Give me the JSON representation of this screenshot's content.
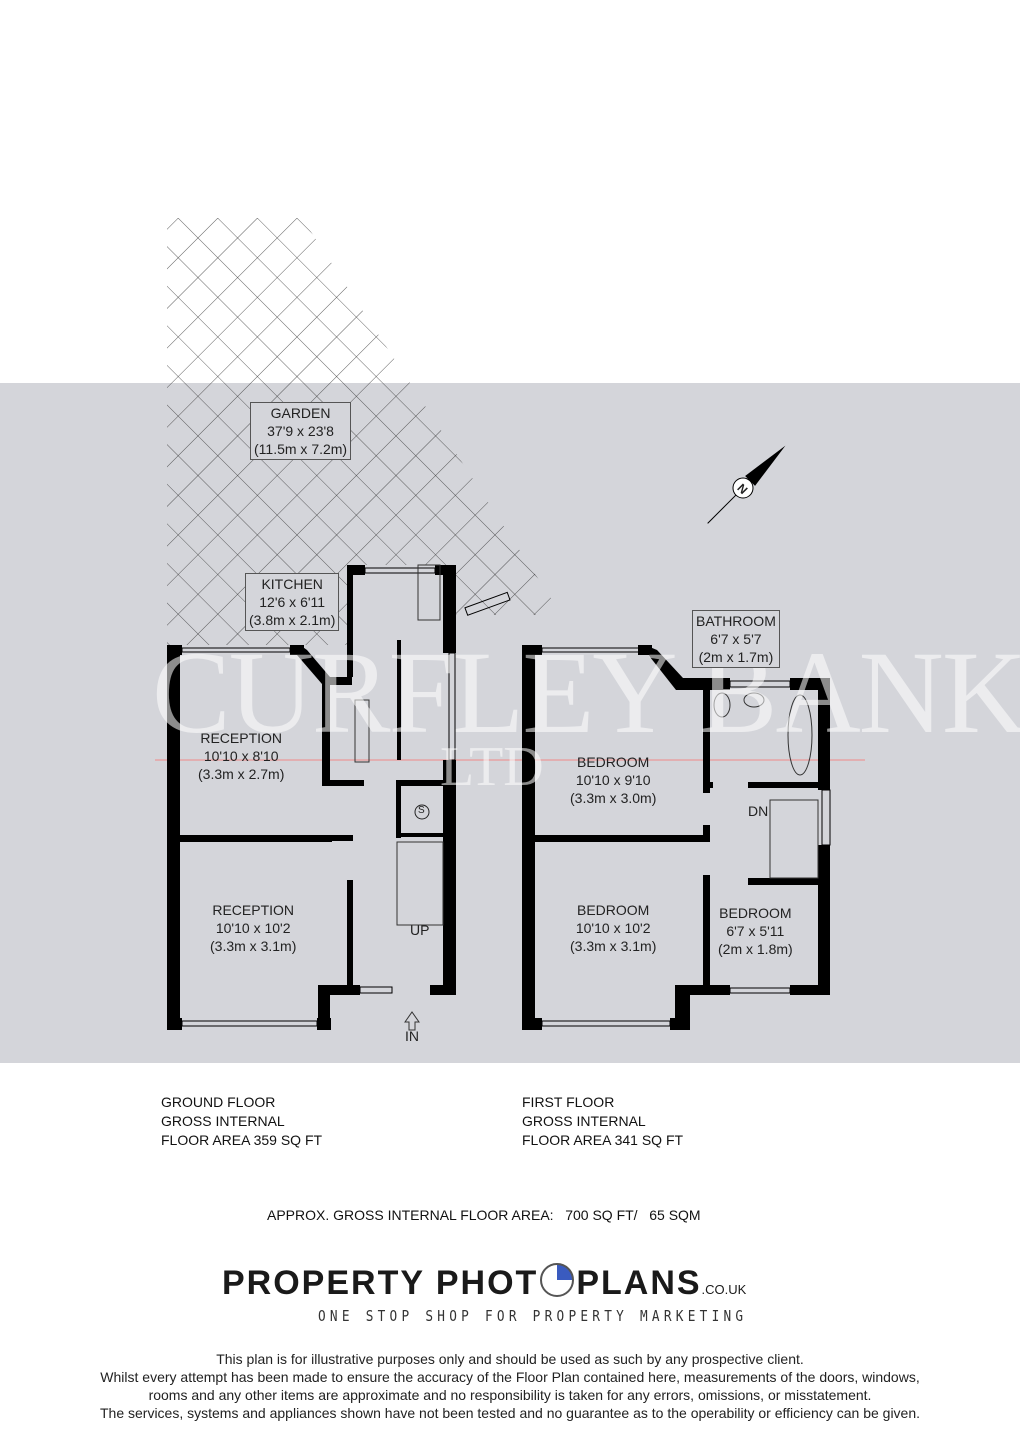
{
  "watermark": {
    "line1": "CURFLEY BANKS",
    "line2": "LTD"
  },
  "colors": {
    "background_band": "#d4d5da",
    "walls": "#000000",
    "compass_accent": "#000000"
  },
  "compass": {
    "label": "N",
    "icon": "north-compass-icon"
  },
  "rooms": {
    "garden": {
      "name": "GARDEN",
      "imperial": "37'9 x 23'8",
      "metric": "(11.5m x 7.2m)"
    },
    "kitchen": {
      "name": "KITCHEN",
      "imperial": "12'6 x 6'11",
      "metric": "(3.8m x 2.1m)"
    },
    "reception_rear": {
      "name": "RECEPTION",
      "imperial": "10'10 x 8'10",
      "metric": "(3.3m x 2.7m)"
    },
    "reception_front": {
      "name": "RECEPTION",
      "imperial": "10'10 x 10'2",
      "metric": "(3.3m x 3.1m)"
    },
    "bathroom": {
      "name": "BATHROOM",
      "imperial": "6'7 x 5'7",
      "metric": "(2m x 1.7m)"
    },
    "bedroom_rear": {
      "name": "BEDROOM",
      "imperial": "10'10 x 9'10",
      "metric": "(3.3m x 3.0m)"
    },
    "bedroom_front": {
      "name": "BEDROOM",
      "imperial": "10'10 x 10'2",
      "metric": "(3.3m x 3.1m)"
    },
    "bedroom_small": {
      "name": "BEDROOM",
      "imperial": "6'7 x 5'11",
      "metric": "(2m x 1.8m)"
    }
  },
  "markers": {
    "up": "UP",
    "down": "DN",
    "entrance": "IN",
    "store": "S"
  },
  "floor_areas": {
    "ground": {
      "line1": "GROUND FLOOR",
      "line2": "GROSS INTERNAL",
      "line3": "FLOOR AREA 359 SQ FT"
    },
    "first": {
      "line1": "FIRST FLOOR",
      "line2": "GROSS INTERNAL",
      "line3": "FLOOR AREA  341 SQ FT"
    },
    "total": "APPROX. GROSS INTERNAL FLOOR AREA:   700 SQ FT/   65 SQM"
  },
  "branding": {
    "name_part1": "PROPERTY PHOT",
    "name_part2": "PLANS",
    "domain": ".CO.UK",
    "tagline": "ONE STOP SHOP FOR PROPERTY MARKETING"
  },
  "disclaimer": [
    "This plan is for illustrative purposes only and should be used as such by any prospective client.",
    "Whilst every attempt has been made to ensure the accuracy of the Floor Plan contained here, measurements of the doors, windows,",
    "rooms and any other items are approximate and no responsibility is taken for any errors, omissions, or misstatement.",
    "The services, systems and appliances shown have not been tested and no guarantee as to the operability or efficiency can be given."
  ]
}
